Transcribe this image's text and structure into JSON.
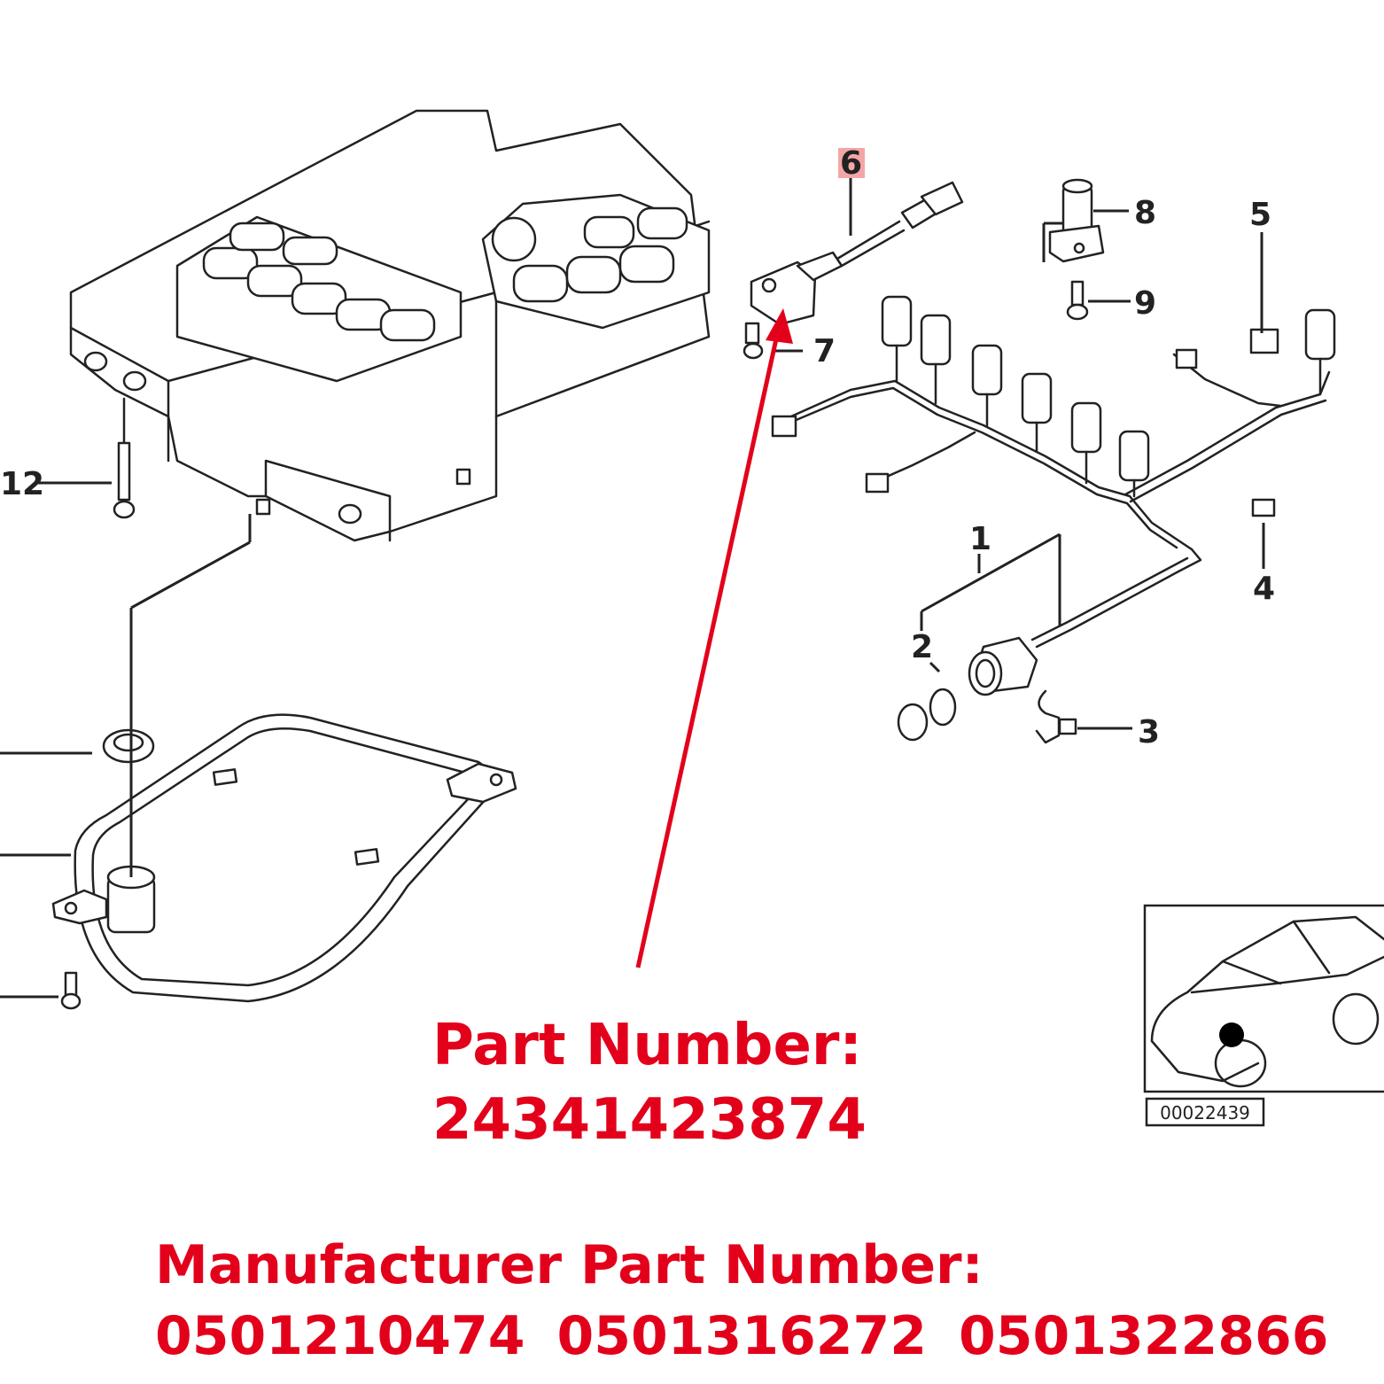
{
  "diagram": {
    "callouts": {
      "c1": "1",
      "c2": "2",
      "c3": "3",
      "c4": "4",
      "c5": "5",
      "c6": "6",
      "c7": "7",
      "c8": "8",
      "c9": "9",
      "c12": "12"
    },
    "reference_number": "00022439"
  },
  "annotation": {
    "part_number_label": "Part Number:",
    "part_number": "24341423874",
    "manufacturer_label": "Manufacturer Part Number:",
    "manufacturer_numbers": [
      "0501210474",
      "0501316272",
      "0501322866"
    ]
  },
  "colors": {
    "annotation": "#e3001b",
    "callout_highlight": "#f4a6a6",
    "line_art": "#222222"
  }
}
